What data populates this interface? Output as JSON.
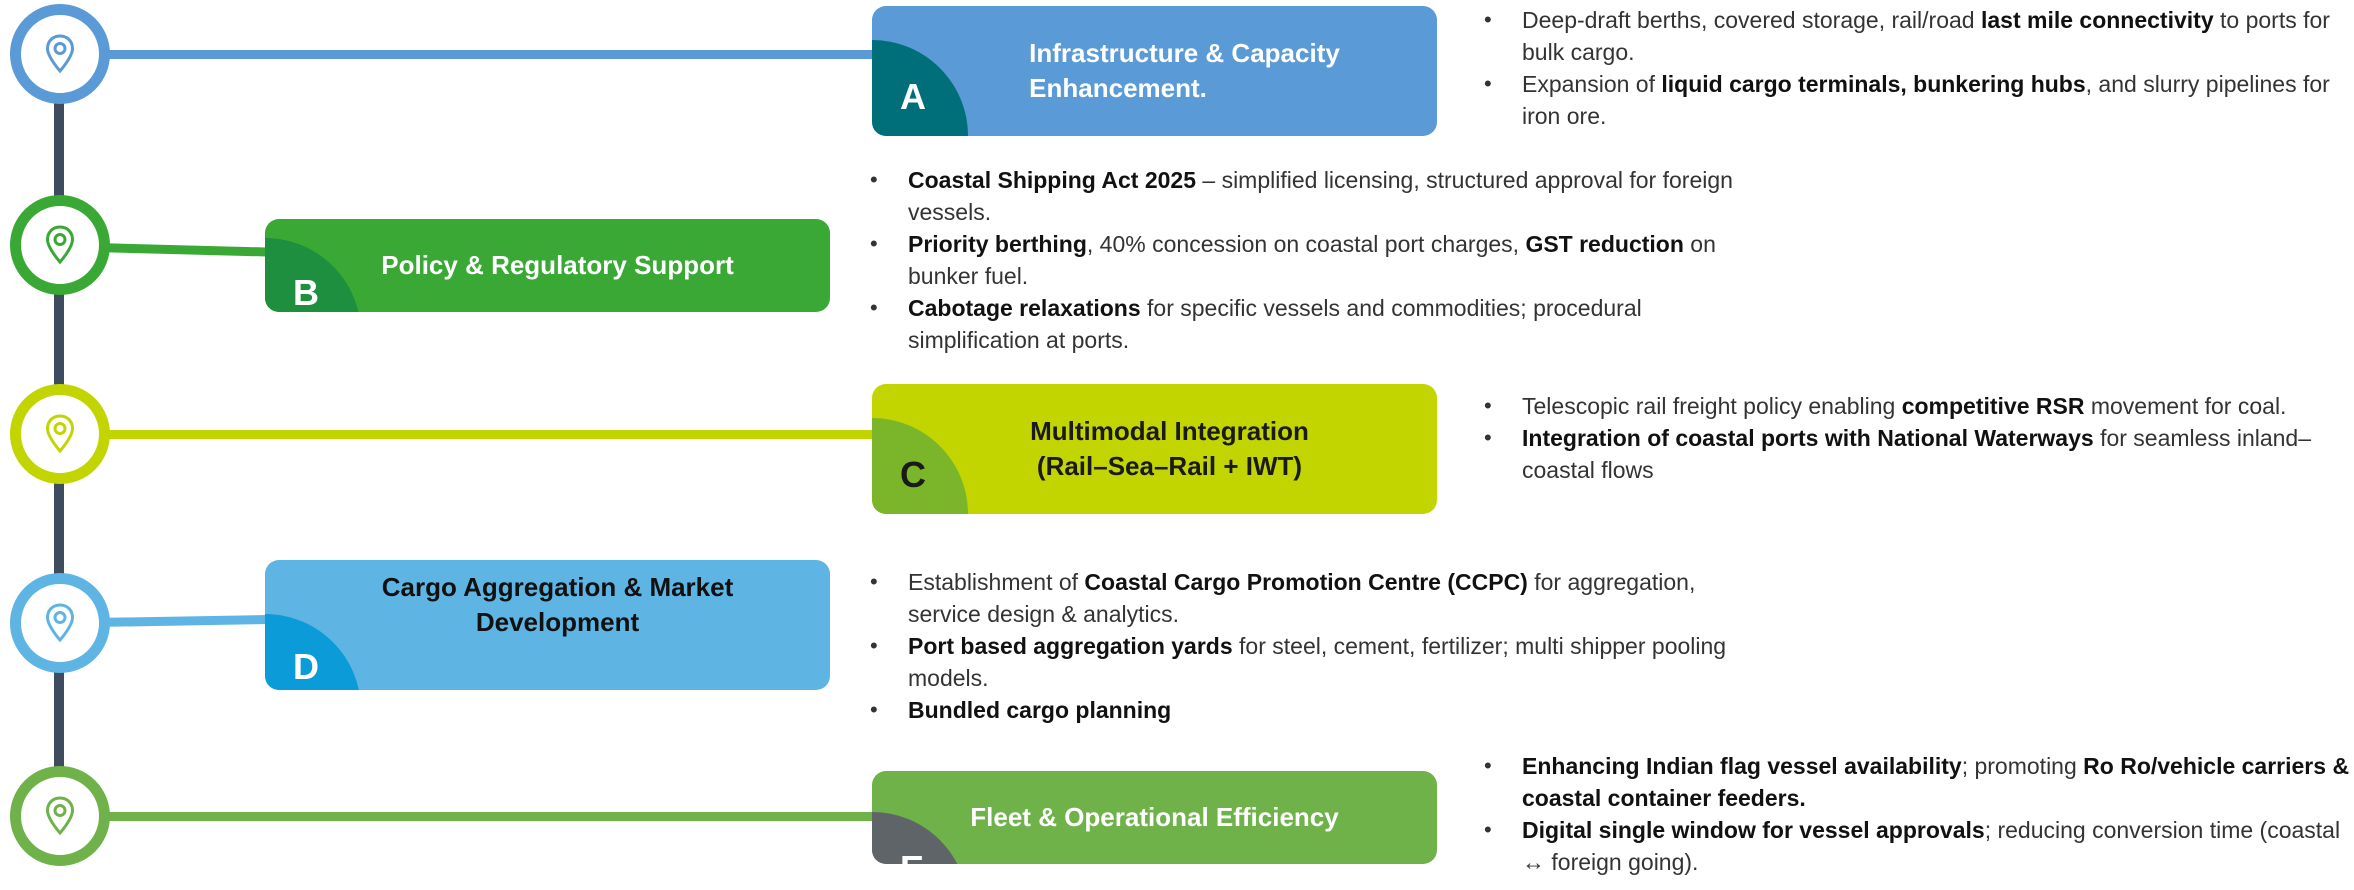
{
  "colors": {
    "spine": "#3f4b5e",
    "a": "#5a9ad6",
    "a_tab": "#006f7a",
    "b": "#3aa835",
    "b_tab": "#1d8f3e",
    "c": "#c3d500",
    "c_tab": "#7ab52a",
    "d": "#5eb5e4",
    "d_tab": "#0a9bd8",
    "e": "#6fb24a",
    "e_tab": "#5f6469"
  },
  "pillars": [
    {
      "letter": "A",
      "title": "Infrastructure & Capacity\nEnhancement.",
      "icon": "location-pin-icon",
      "bullets": [
        [
          {
            "t": "Deep-draft berths, covered storage, rail/road "
          },
          {
            "t": "last mile connectivity",
            "b": true
          },
          {
            "t": " to ports for bulk cargo."
          }
        ],
        [
          {
            "t": "Expansion of "
          },
          {
            "t": "liquid cargo terminals, bunkering hubs",
            "b": true
          },
          {
            "t": ", and slurry pipelines for iron ore."
          }
        ]
      ]
    },
    {
      "letter": "B",
      "title": "Policy & Regulatory Support",
      "icon": "location-pin-icon",
      "bullets": [
        [
          {
            "t": "Coastal Shipping Act 2025",
            "b": true
          },
          {
            "t": " – simplified licensing, structured approval for foreign vessels."
          }
        ],
        [
          {
            "t": "Priority berthing",
            "b": true
          },
          {
            "t": ", 40% concession on coastal port charges, "
          },
          {
            "t": "GST reduction",
            "b": true
          },
          {
            "t": " on bunker fuel."
          }
        ],
        [
          {
            "t": "Cabotage relaxations",
            "b": true
          },
          {
            "t": " for specific vessels and commodities; procedural simplification at ports."
          }
        ]
      ]
    },
    {
      "letter": "C",
      "title": "Multimodal Integration\n(Rail–Sea–Rail + IWT)",
      "icon": "location-pin-icon",
      "bullets": [
        [
          {
            "t": "Telescopic rail freight policy enabling "
          },
          {
            "t": "competitive RSR",
            "b": true
          },
          {
            "t": " movement for coal."
          }
        ],
        [
          {
            "t": "Integration of coastal ports with National Waterways",
            "b": true
          },
          {
            "t": " for seamless inland–coastal flows"
          }
        ]
      ]
    },
    {
      "letter": "D",
      "title": "Cargo Aggregation & Market\nDevelopment",
      "icon": "location-pin-icon",
      "bullets": [
        [
          {
            "t": "Establishment of "
          },
          {
            "t": "Coastal Cargo Promotion Centre (CCPC)",
            "b": true
          },
          {
            "t": " for aggregation, service design & analytics."
          }
        ],
        [
          {
            "t": "Port based aggregation yards",
            "b": true
          },
          {
            "t": " for steel, cement, fertilizer; multi shipper pooling models."
          }
        ],
        [
          {
            "t": "Bundled cargo planning",
            "b": true
          }
        ]
      ]
    },
    {
      "letter": "E",
      "title": "Fleet & Operational Efficiency",
      "icon": "location-pin-icon",
      "bullets": [
        [
          {
            "t": "Enhancing Indian flag vessel availability",
            "b": true
          },
          {
            "t": "; promoting "
          },
          {
            "t": "Ro Ro/vehicle carriers & coastal container feeders.",
            "b": true
          }
        ],
        [
          {
            "t": "Digital single window for vessel approvals",
            "b": true
          },
          {
            "t": "; reducing conversion time (coastal ↔ foreign going)."
          }
        ]
      ]
    }
  ]
}
